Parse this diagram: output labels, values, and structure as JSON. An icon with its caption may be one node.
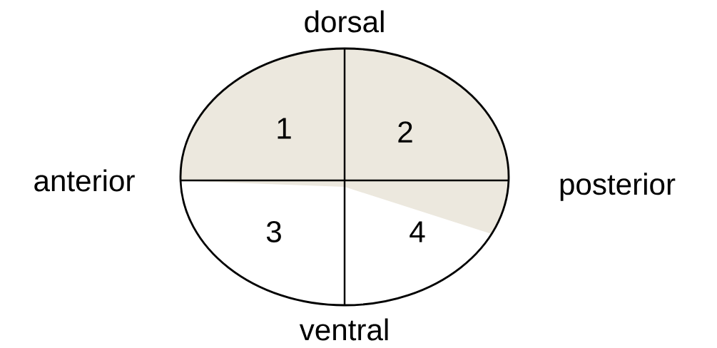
{
  "diagram": {
    "labels": [
      "dorsal",
      "1",
      "2",
      "anterior",
      "posterior",
      "3",
      "4",
      "ventral"
    ]
  }
}
